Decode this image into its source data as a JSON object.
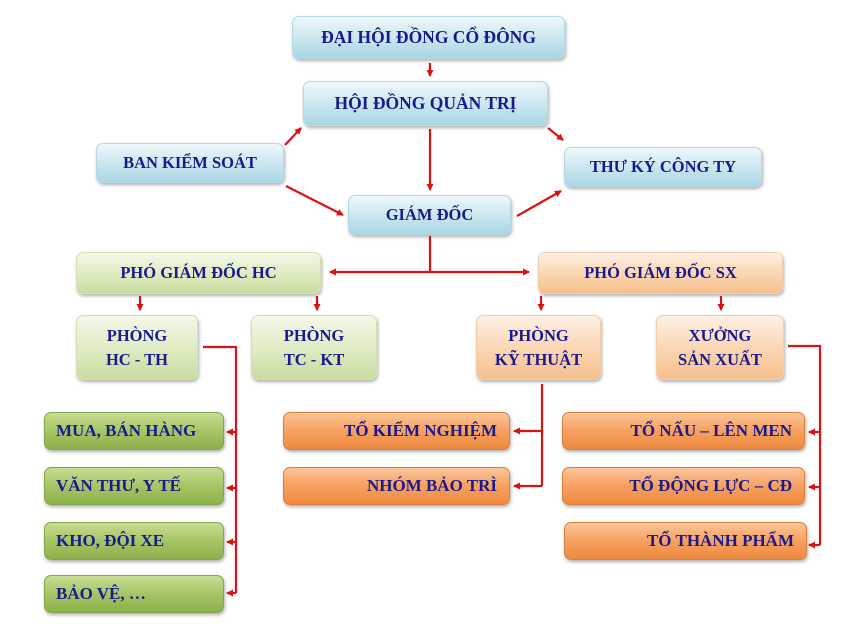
{
  "diagram": {
    "type": "organization-chart",
    "line_color": "#dd1111",
    "text_color": "#1a1a8c",
    "nodes": {
      "dai_hoi_dong_co_dong": "ĐẠI HỘI ĐỒNG CỔ ĐÔNG",
      "hoi_dong_quan_tri": "HỘI ĐỒNG QUẢN TRỊ",
      "ban_kiem_soat": "BAN KIỂM SOÁT",
      "thu_ky_cong_ty": "THƯ KÝ CÔNG TY",
      "giam_doc": "GIÁM ĐỐC",
      "pho_giam_doc_hc": "PHÓ GIÁM ĐỐC HC",
      "pho_giam_doc_sx": "PHÓ GIÁM ĐỐC SX",
      "phong_hc_th": [
        "PHÒNG",
        "HC - TH"
      ],
      "phong_tc_kt": [
        "PHÒNG",
        "TC - KT"
      ],
      "phong_ky_thuat": [
        "PHÒNG",
        "KỸ THUẬT"
      ],
      "xuong_san_xuat": [
        "XƯỞNG",
        "SẢN XUẤT"
      ],
      "hc_th_units": [
        "MUA, BÁN HÀNG",
        "VĂN THƯ, Y TẾ",
        "KHO, ĐỘI XE",
        "BẢO VỆ, …"
      ],
      "ky_thuat_units": [
        "TỔ KIỂM NGHIỆM",
        "NHÓM BẢO TRÌ"
      ],
      "san_xuat_units": [
        "TỔ NẤU – LÊN MEN",
        "TỔ ĐỘNG LỰC – CĐ",
        "TỔ THÀNH PHẨM"
      ]
    },
    "edges": [
      [
        "dai_hoi_dong_co_dong",
        "hoi_dong_quan_tri"
      ],
      [
        "hoi_dong_quan_tri",
        "giam_doc"
      ],
      [
        "hoi_dong_quan_tri",
        "thu_ky_cong_ty"
      ],
      [
        "ban_kiem_soat",
        "hoi_dong_quan_tri"
      ],
      [
        "ban_kiem_soat",
        "giam_doc"
      ],
      [
        "giam_doc",
        "thu_ky_cong_ty"
      ],
      [
        "giam_doc",
        "pho_giam_doc_hc"
      ],
      [
        "giam_doc",
        "pho_giam_doc_sx"
      ],
      [
        "pho_giam_doc_hc",
        "phong_hc_th"
      ],
      [
        "pho_giam_doc_hc",
        "phong_tc_kt"
      ],
      [
        "pho_giam_doc_sx",
        "phong_ky_thuat"
      ],
      [
        "pho_giam_doc_sx",
        "xuong_san_xuat"
      ],
      [
        "phong_hc_th",
        "hc_th_units"
      ],
      [
        "phong_ky_thuat",
        "ky_thuat_units"
      ],
      [
        "xuong_san_xuat",
        "san_xuat_units"
      ]
    ]
  }
}
